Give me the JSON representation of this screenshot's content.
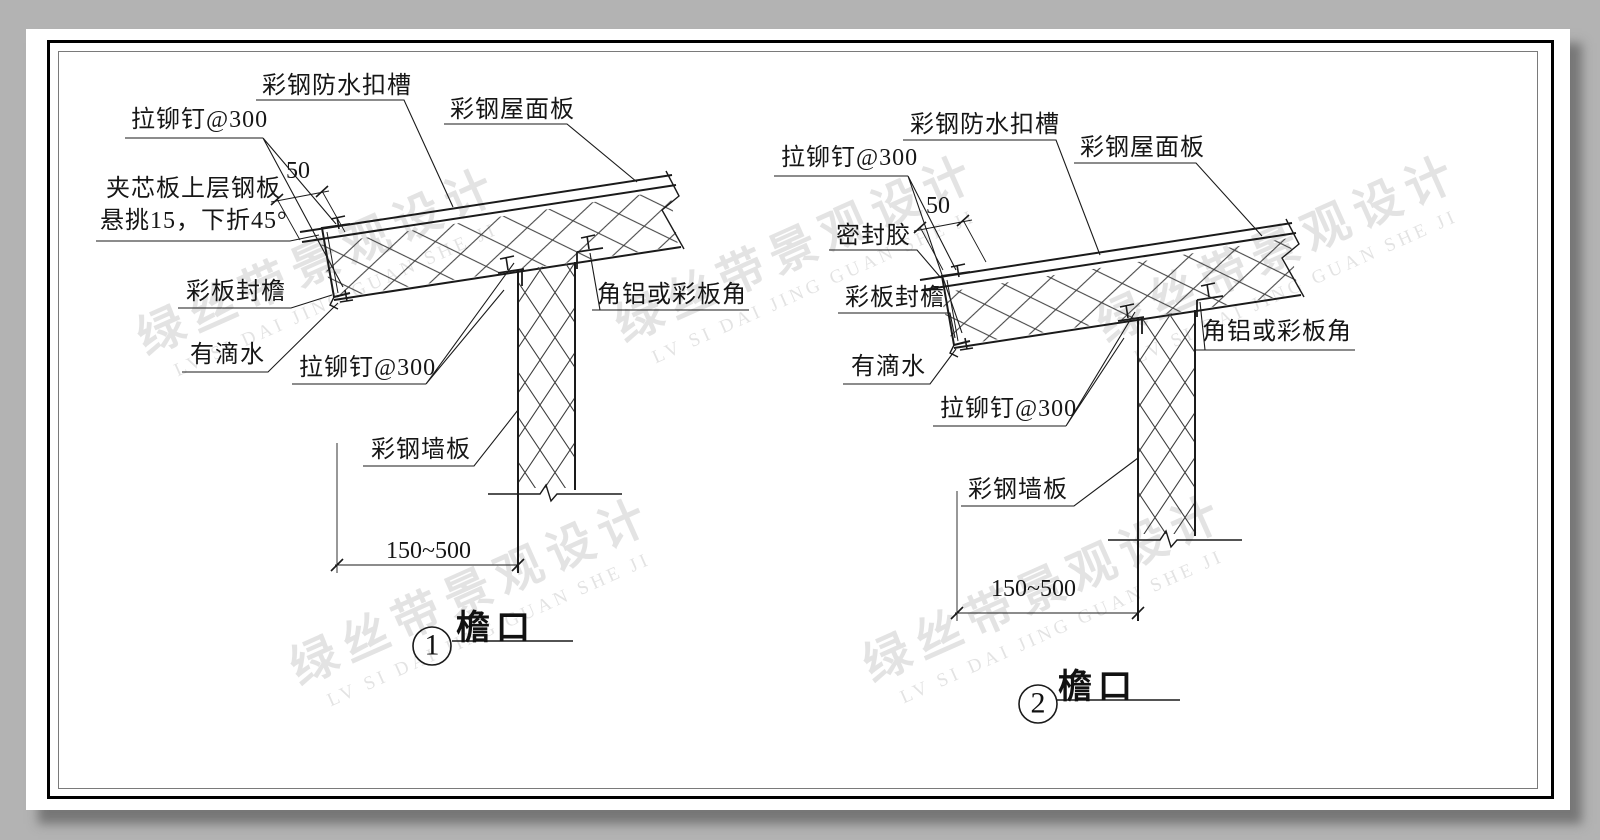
{
  "watermark": {
    "line1": "绿丝带景观设计",
    "line2": "LV SI DAI JING GUAN SHE JI"
  },
  "details": [
    {
      "id": "1",
      "title": "檐口",
      "labels": {
        "roof_cap": "彩钢防水扣槽",
        "roof_panel": "彩钢屋面板",
        "rivet_top": "拉铆钉@300",
        "sandwich_top_line1": "夹芯板上层钢板",
        "sandwich_top_line2": "悬挑15，下折45°",
        "eave_flashing": "彩板封檐",
        "drip": "有滴水",
        "rivet_mid": "拉铆钉@300",
        "wall_panel": "彩钢墙板",
        "corner_trim": "角铝或彩板角"
      },
      "dims": {
        "overhang": "50",
        "eave_width": "150~500"
      }
    },
    {
      "id": "2",
      "title": "檐口",
      "labels": {
        "roof_cap": "彩钢防水扣槽",
        "roof_panel": "彩钢屋面板",
        "rivet_top": "拉铆钉@300",
        "sealant": "密封胶",
        "eave_flashing": "彩板封檐",
        "drip": "有滴水",
        "rivet_mid": "拉铆钉@300",
        "wall_panel": "彩钢墙板",
        "corner_trim": "角铝或彩板角"
      },
      "dims": {
        "overhang": "50",
        "eave_width": "150~500"
      }
    }
  ]
}
